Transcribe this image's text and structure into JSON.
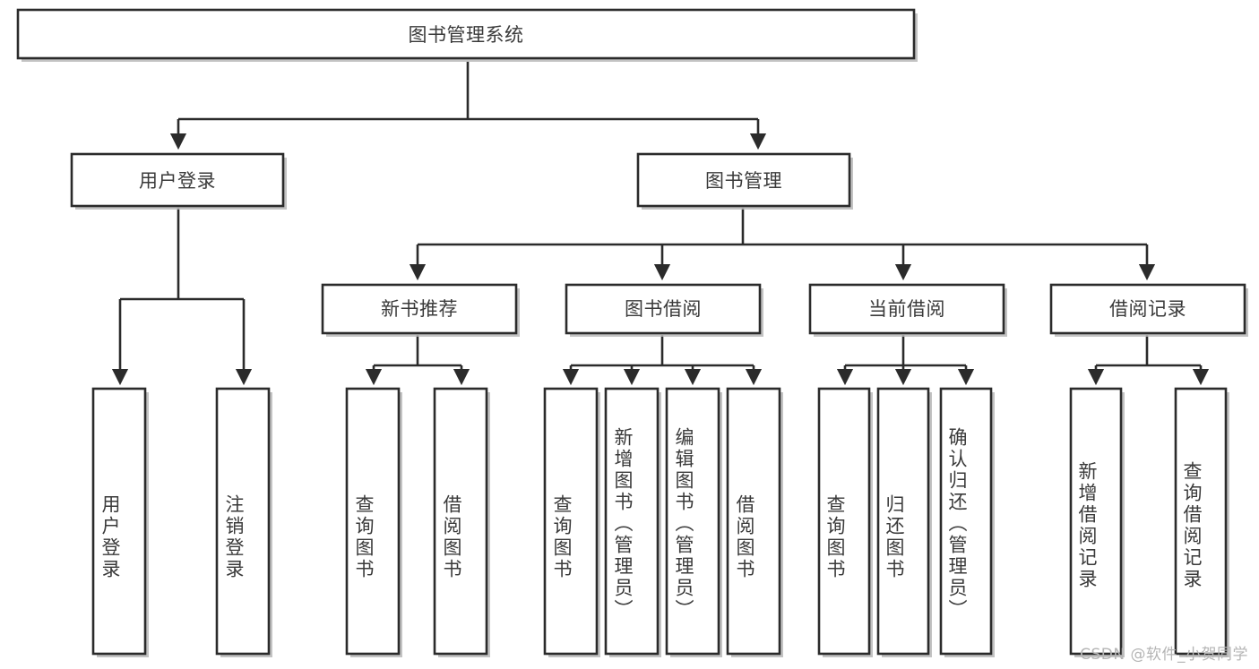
{
  "diagram": {
    "title": "图书管理系统",
    "type": "hierarchy-tree",
    "watermark": "CSDN @软件_小贺同学",
    "colors": {
      "stroke": "#2b2b2b",
      "box_fill": "#ffffff",
      "text": "#3a3a3a",
      "shadow": "#b9b9b9",
      "watermark": "#b5b5b5",
      "background": "#ffffff"
    },
    "root": {
      "id": "root",
      "label": "图书管理系统"
    },
    "level1": [
      {
        "id": "user-login",
        "label": "用户登录"
      },
      {
        "id": "book-manage",
        "label": "图书管理"
      }
    ],
    "level2": [
      {
        "id": "new-book-recommend",
        "label": "新书推荐",
        "parent": "book-manage"
      },
      {
        "id": "book-borrow",
        "label": "图书借阅",
        "parent": "book-manage"
      },
      {
        "id": "current-borrow",
        "label": "当前借阅",
        "parent": "book-manage"
      },
      {
        "id": "borrow-record",
        "label": "借阅记录",
        "parent": "book-manage"
      }
    ],
    "leaves": {
      "user-login": [
        {
          "id": "leaf-user-login",
          "label": "用户登录"
        },
        {
          "id": "leaf-logout",
          "label": "注销登录"
        }
      ],
      "new-book-recommend": [
        {
          "id": "leaf-query-book-1",
          "label": "查询图书"
        },
        {
          "id": "leaf-borrow-book-1",
          "label": "借阅图书"
        }
      ],
      "book-borrow": [
        {
          "id": "leaf-query-book-2",
          "label": "查询图书"
        },
        {
          "id": "leaf-add-book",
          "label": "新增图书（管理员）"
        },
        {
          "id": "leaf-edit-book",
          "label": "编辑图书（管理员）"
        },
        {
          "id": "leaf-borrow-book-2",
          "label": "借阅图书"
        }
      ],
      "current-borrow": [
        {
          "id": "leaf-query-book-3",
          "label": "查询图书"
        },
        {
          "id": "leaf-return-book",
          "label": "归还图书"
        },
        {
          "id": "leaf-confirm-return",
          "label": "确认归还（管理员）"
        }
      ],
      "borrow-record": [
        {
          "id": "leaf-add-record",
          "label": "新增借阅记录"
        },
        {
          "id": "leaf-query-record",
          "label": "查询借阅记录"
        }
      ]
    }
  }
}
